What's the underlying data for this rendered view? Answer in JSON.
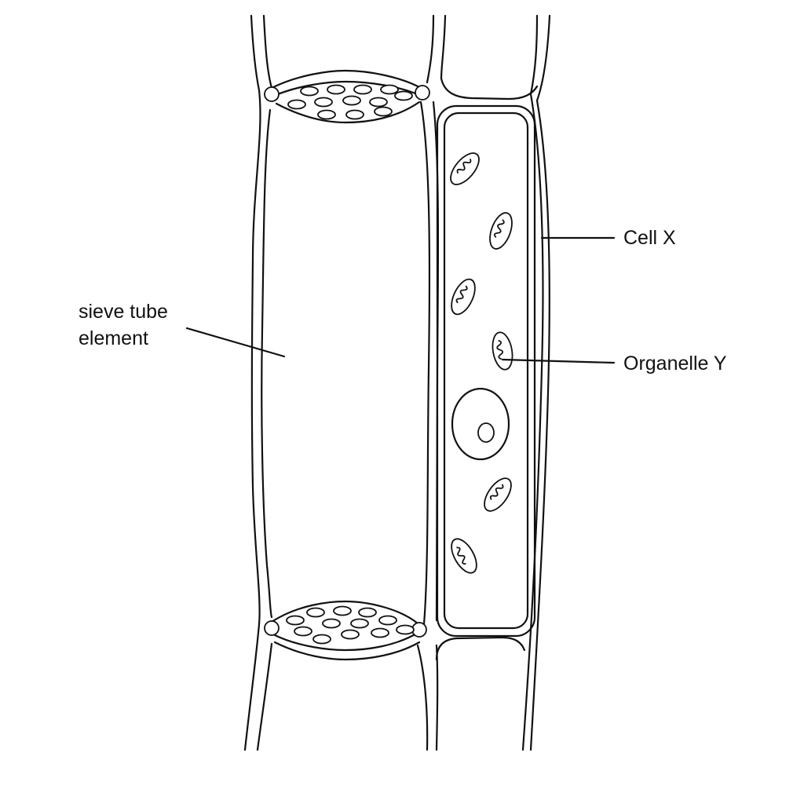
{
  "labels": {
    "sieve_tube_line1": "sieve tube",
    "sieve_tube_line2": "element",
    "cell_x": "Cell X",
    "organelle_y": "Organelle Y"
  },
  "colors": {
    "stroke": "#111111",
    "background": "#ffffff"
  }
}
